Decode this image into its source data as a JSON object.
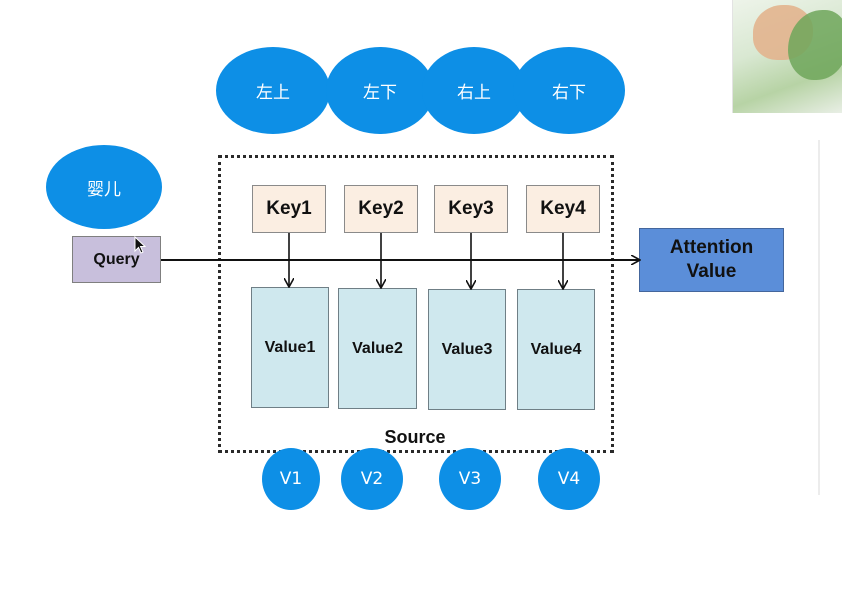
{
  "colors": {
    "ellipse_fill": "#0d8fe6",
    "key_fill": "#fbeee2",
    "value_fill": "#cfe8ee",
    "query_fill": "#c8bfdc",
    "attention_fill": "#5b8ed9"
  },
  "positions_top": [
    {
      "label": "左上"
    },
    {
      "label": "左下"
    },
    {
      "label": "右上"
    },
    {
      "label": "右下"
    }
  ],
  "baby": {
    "label": "婴儿"
  },
  "query": {
    "label": "Query"
  },
  "attention": {
    "line1": "Attention",
    "line2": "Value"
  },
  "keys": [
    {
      "label": "Key1"
    },
    {
      "label": "Key2"
    },
    {
      "label": "Key3"
    },
    {
      "label": "Key4"
    }
  ],
  "values": [
    {
      "label": "Value1"
    },
    {
      "label": "Value2"
    },
    {
      "label": "Value3"
    },
    {
      "label": "Value4"
    }
  ],
  "source": {
    "label": "Source"
  },
  "v_nodes": [
    {
      "label": "V1"
    },
    {
      "label": "V2"
    },
    {
      "label": "V3"
    },
    {
      "label": "V4"
    }
  ]
}
